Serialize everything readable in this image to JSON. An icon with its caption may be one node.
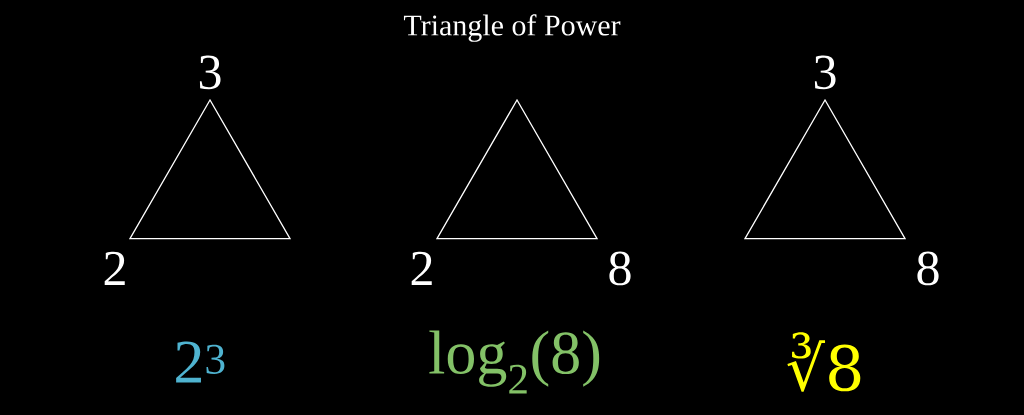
{
  "diagram": {
    "title": "Triangle of Power",
    "nodes": [
      {
        "text": [],
        "shape": "triangle",
        "beside": [
          "3",
          "2"
        ]
      },
      {
        "text": [],
        "shape": "triangle",
        "beside": [
          "2",
          "8"
        ]
      },
      {
        "text": [],
        "shape": "triangle",
        "beside": [
          "3",
          "8"
        ]
      }
    ],
    "labels": [
      "2$^{3}$",
      "log$_{2}$(8)",
      "∛8"
    ]
  }
}
